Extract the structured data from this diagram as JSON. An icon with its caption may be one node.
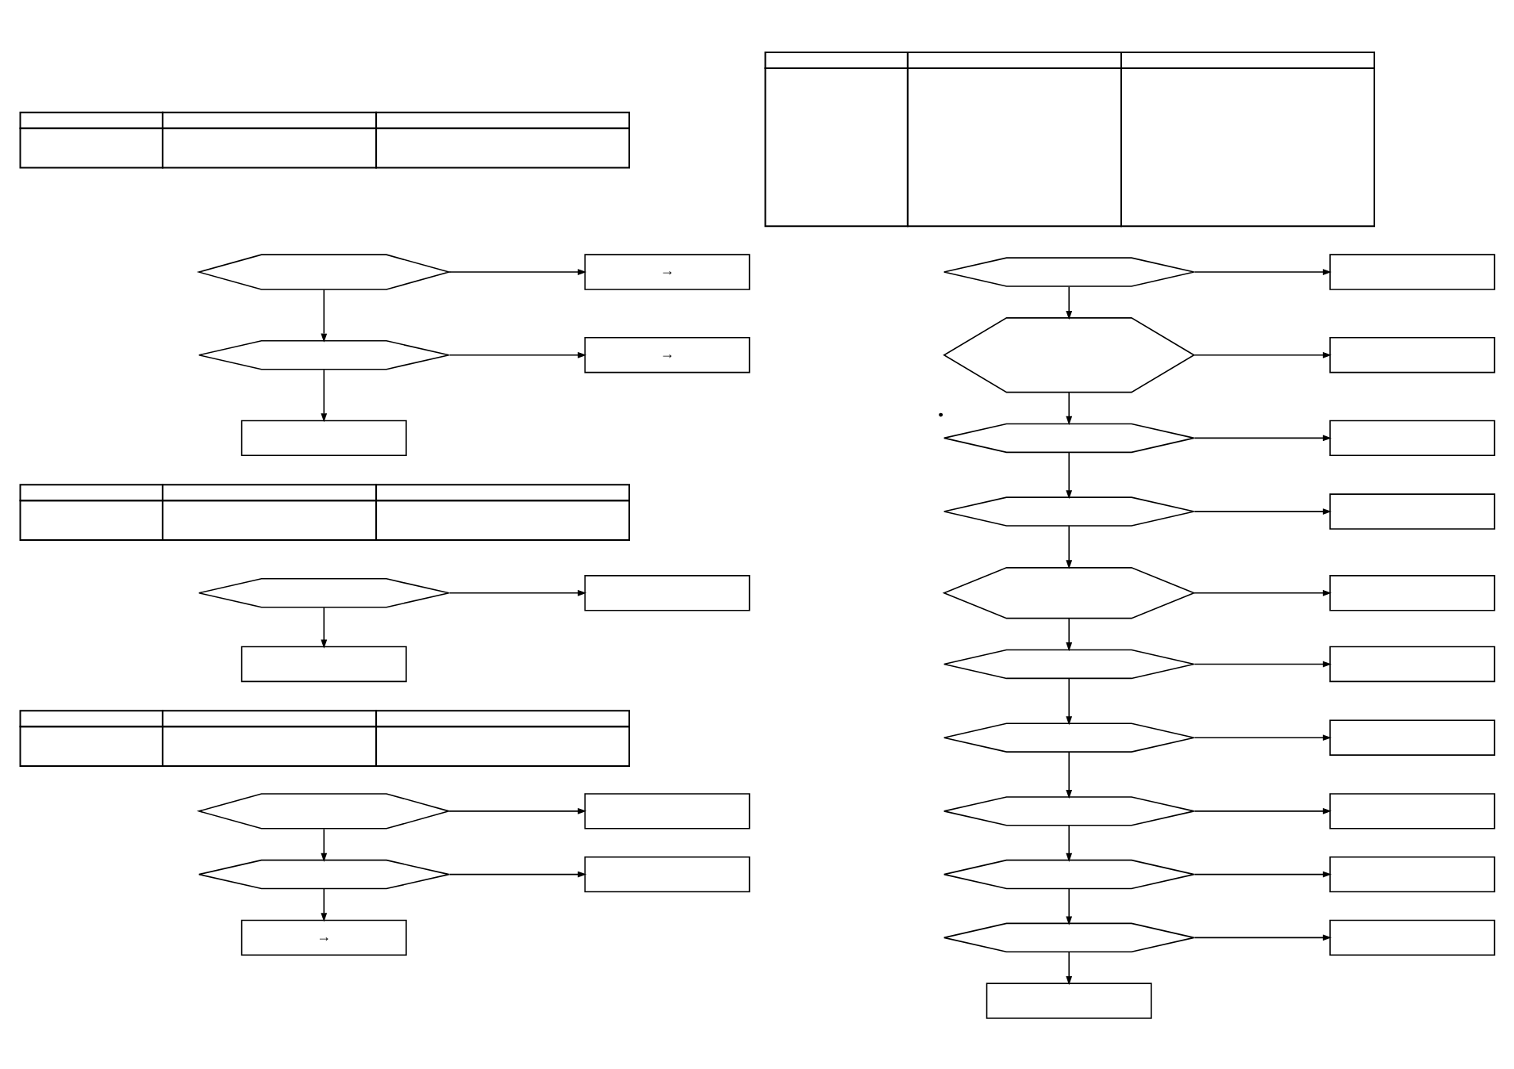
{
  "diagram": {
    "nodes": [
      {
        "text": [],
        "shape": "table"
      },
      {
        "text": [],
        "shape": "hexagon"
      },
      {
        "text": [
          "→"
        ]
      },
      {
        "text": [],
        "shape": "hexagon"
      },
      {
        "text": [
          "→"
        ]
      },
      {
        "text": [],
        "shape": "box"
      },
      {
        "text": [],
        "shape": "table"
      },
      {
        "text": [],
        "shape": "hexagon"
      },
      {
        "text": [],
        "shape": "box"
      },
      {
        "text": [],
        "shape": "box"
      },
      {
        "text": [],
        "shape": "table"
      },
      {
        "text": [],
        "shape": "hexagon"
      },
      {
        "text": [],
        "shape": "box"
      },
      {
        "text": [],
        "shape": "hexagon"
      },
      {
        "text": [],
        "shape": "box"
      },
      {
        "text": [
          "→"
        ]
      },
      {
        "text": [],
        "shape": "table"
      },
      {
        "text": [],
        "shape": "hexagon"
      },
      {
        "text": [],
        "shape": "box"
      },
      {
        "text": [],
        "shape": "hexagon"
      },
      {
        "text": [],
        "shape": "box"
      },
      {
        "text": [],
        "shape": "hexagon",
        "beside": [
          "•"
        ]
      },
      {
        "text": [],
        "shape": "box"
      },
      {
        "text": [],
        "shape": "hexagon"
      },
      {
        "text": [],
        "shape": "box"
      },
      {
        "text": [],
        "shape": "hexagon"
      },
      {
        "text": [],
        "shape": "box"
      },
      {
        "text": [],
        "shape": "hexagon"
      },
      {
        "text": [],
        "shape": "box"
      },
      {
        "text": [],
        "shape": "hexagon"
      },
      {
        "text": [],
        "shape": "box"
      },
      {
        "text": [],
        "shape": "hexagon"
      },
      {
        "text": [],
        "shape": "box"
      },
      {
        "text": [],
        "shape": "hexagon"
      },
      {
        "text": [],
        "shape": "box"
      },
      {
        "text": [],
        "shape": "hexagon"
      },
      {
        "text": [],
        "shape": "box"
      },
      {
        "text": [],
        "shape": "box"
      }
    ],
    "edges": [
      {
        "from": 1,
        "to": 2,
        "arrow": "to"
      },
      {
        "from": 1,
        "to": 3,
        "arrow": "to"
      },
      {
        "from": 3,
        "to": 4,
        "arrow": "to"
      },
      {
        "from": 3,
        "to": 5,
        "arrow": "to"
      },
      {
        "from": 7,
        "to": 8,
        "arrow": "to"
      },
      {
        "from": 7,
        "to": 9,
        "arrow": "to"
      },
      {
        "from": 11,
        "to": 12,
        "arrow": "to"
      },
      {
        "from": 11,
        "to": 13,
        "arrow": "to"
      },
      {
        "from": 13,
        "to": 14,
        "arrow": "to"
      },
      {
        "from": 13,
        "to": 15,
        "arrow": "to"
      },
      {
        "from": 17,
        "to": 18,
        "arrow": "to"
      },
      {
        "from": 17,
        "to": 19,
        "arrow": "to"
      },
      {
        "from": 19,
        "to": 20,
        "arrow": "to"
      },
      {
        "from": 19,
        "to": 21,
        "arrow": "to"
      },
      {
        "from": 21,
        "to": 22,
        "arrow": "to"
      },
      {
        "from": 21,
        "to": 23,
        "arrow": "to"
      },
      {
        "from": 23,
        "to": 24,
        "arrow": "to"
      },
      {
        "from": 23,
        "to": 25,
        "arrow": "to"
      },
      {
        "from": 25,
        "to": 26,
        "arrow": "to"
      },
      {
        "from": 25,
        "to": 27,
        "arrow": "to"
      },
      {
        "from": 27,
        "to": 28,
        "arrow": "to"
      },
      {
        "from": 27,
        "to": 29,
        "arrow": "to"
      },
      {
        "from": 29,
        "to": 30,
        "arrow": "to"
      },
      {
        "from": 29,
        "to": 31,
        "arrow": "to"
      },
      {
        "from": 31,
        "to": 32,
        "arrow": "to"
      },
      {
        "from": 31,
        "to": 33,
        "arrow": "to"
      },
      {
        "from": 33,
        "to": 34,
        "arrow": "to"
      },
      {
        "from": 33,
        "to": 35,
        "arrow": "to"
      },
      {
        "from": 35,
        "to": 36,
        "arrow": "to"
      },
      {
        "from": 35,
        "to": 37,
        "arrow": "to"
      }
    ]
  }
}
